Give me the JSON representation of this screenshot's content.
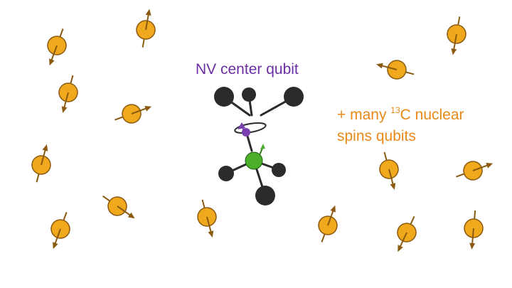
{
  "labels": {
    "nv_center": "NV center qubit",
    "nuclear_prefix": "+ many ",
    "nuclear_isotope_mass": "13",
    "nuclear_line1_rest": "C nuclear",
    "nuclear_line2": "spins qubits"
  },
  "colors": {
    "nv_label": "#6b2fa3",
    "nuclear_label": "#e8891a",
    "spin_fill": "#f0a81c",
    "spin_outline": "#8a5a10",
    "carbon_atom": "#2b2b2b",
    "nitrogen_atom": "#4caf2c",
    "electron_spin": "#7a3fb0"
  },
  "icons": {
    "nuclear_spin": "ball-with-arrow-icon",
    "lattice": "diamond-lattice-icon"
  }
}
